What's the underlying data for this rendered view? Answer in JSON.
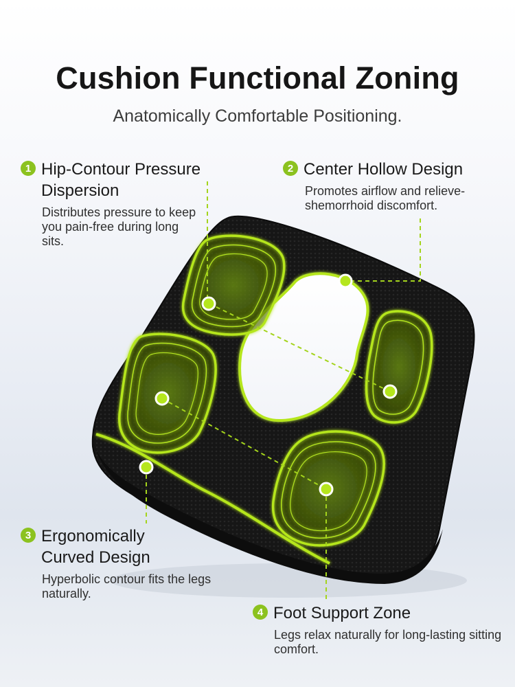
{
  "header": {
    "title": "Cushion Functional Zoning",
    "subtitle": "Anatomically Comfortable Positioning."
  },
  "features": [
    {
      "number": "1",
      "title": "Hip-Contour Pressure Dispersion",
      "description": "Distributes pressure to keep you pain-free during long sits."
    },
    {
      "number": "2",
      "title": "Center Hollow Design",
      "description": "Promotes airflow and relieve-shemorrhoid discomfort."
    },
    {
      "number": "3",
      "title": "Ergonomically Curved Design",
      "description": "Hyperbolic contour fits the legs naturally."
    },
    {
      "number": "4",
      "title": "Foot Support Zone",
      "description": "Legs relax naturally for long-lasting sitting comfort."
    }
  ],
  "colors": {
    "accent": "#8cc21f",
    "cushion": "#141414",
    "glow": "#b5e61d"
  }
}
